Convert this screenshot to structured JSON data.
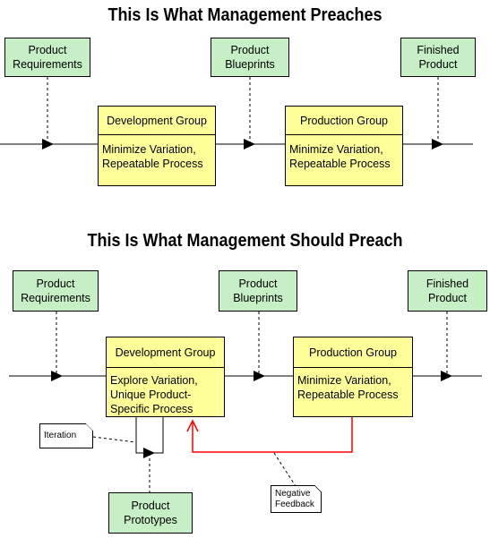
{
  "top": {
    "title": "This Is What Management Preaches",
    "inputs": {
      "requirements": "Product\nRequirements",
      "blueprints": "Product\nBlueprints",
      "finished": "Finished\nProduct"
    },
    "development": {
      "title": "Development Group",
      "text": "Minimize Variation,\nRepeatable Process"
    },
    "production": {
      "title": "Production Group",
      "text": "Minimize Variation,\nRepeatable Process"
    }
  },
  "bottom": {
    "title": "This Is What Management Should Preach",
    "inputs": {
      "requirements": "Product\nRequirements",
      "blueprints": "Product\nBlueprints",
      "finished": "Finished\nProduct"
    },
    "development": {
      "title": "Development Group",
      "text": "Explore Variation,\nUnique Product-\nSpecific Process"
    },
    "production": {
      "title": "Production Group",
      "text": "Minimize Variation,\nRepeatable Process"
    },
    "prototypes": "Product\nPrototypes",
    "notes": {
      "iteration": "Iteration",
      "feedback": "Negative\nFeedback"
    }
  },
  "colors": {
    "input_box": "#c6efc6",
    "process_box": "#ffff99",
    "feedback_line": "#ff0000"
  }
}
